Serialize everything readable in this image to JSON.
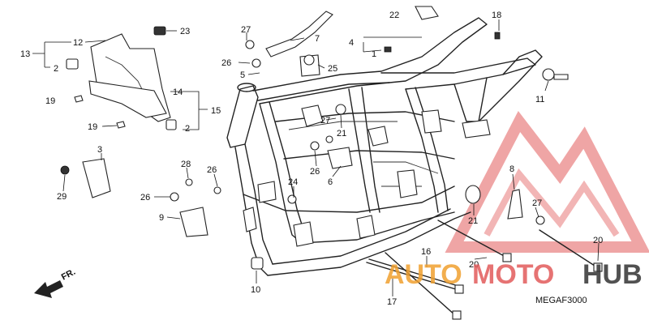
{
  "diagram": {
    "code": "MEGAF3000",
    "direction_label": "FR.",
    "watermark": {
      "part1": "AUTO",
      "part2": "MOTO",
      "part3": "HUB",
      "color_primary": "#e25b5b",
      "color_secondary": "#f0a030",
      "color_dark": "#333333"
    },
    "callouts": [
      {
        "id": "c13",
        "text": "13"
      },
      {
        "id": "c12",
        "text": "12"
      },
      {
        "id": "c2a",
        "text": "2"
      },
      {
        "id": "c23",
        "text": "23"
      },
      {
        "id": "c27a",
        "text": "27"
      },
      {
        "id": "c7",
        "text": "7"
      },
      {
        "id": "c22",
        "text": "22"
      },
      {
        "id": "c18",
        "text": "18"
      },
      {
        "id": "c4",
        "text": "4"
      },
      {
        "id": "c1",
        "text": "1"
      },
      {
        "id": "c26a",
        "text": "26"
      },
      {
        "id": "c25",
        "text": "25"
      },
      {
        "id": "c5",
        "text": "5"
      },
      {
        "id": "c19a",
        "text": "19"
      },
      {
        "id": "c14",
        "text": "14"
      },
      {
        "id": "c15",
        "text": "15"
      },
      {
        "id": "c11",
        "text": "11"
      },
      {
        "id": "c19b",
        "text": "19"
      },
      {
        "id": "c2b",
        "text": "2"
      },
      {
        "id": "c27b",
        "text": "27"
      },
      {
        "id": "c21a",
        "text": "21"
      },
      {
        "id": "c3",
        "text": "3"
      },
      {
        "id": "c28",
        "text": "28"
      },
      {
        "id": "c26b",
        "text": "26"
      },
      {
        "id": "c26c",
        "text": "26"
      },
      {
        "id": "c6",
        "text": "6"
      },
      {
        "id": "c24",
        "text": "24"
      },
      {
        "id": "c8",
        "text": "8"
      },
      {
        "id": "c29",
        "text": "29"
      },
      {
        "id": "c26d",
        "text": "26"
      },
      {
        "id": "c27c",
        "text": "27"
      },
      {
        "id": "c9",
        "text": "9"
      },
      {
        "id": "c21b",
        "text": "21"
      },
      {
        "id": "c20a",
        "text": "20"
      },
      {
        "id": "c16",
        "text": "16"
      },
      {
        "id": "c20b",
        "text": "20"
      },
      {
        "id": "c10",
        "text": "10"
      },
      {
        "id": "c17",
        "text": "17"
      }
    ]
  }
}
